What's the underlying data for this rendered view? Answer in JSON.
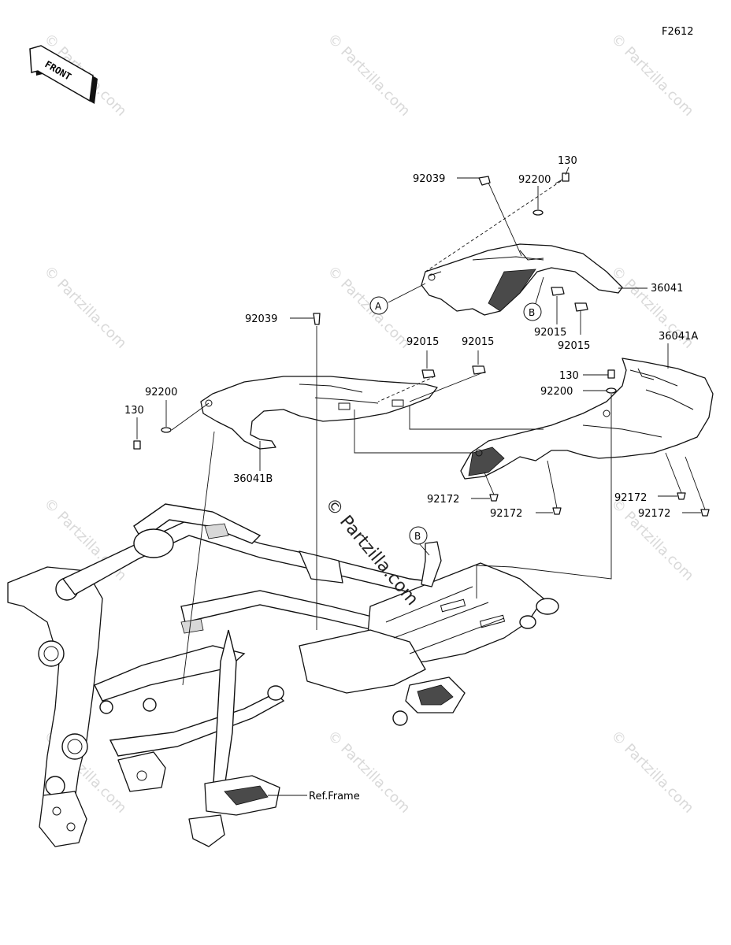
{
  "figure_code": "F2612",
  "front_label": "FRONT",
  "watermark_main": "© Partzilla.com",
  "watermark_tile": "© Partzilla.com",
  "reference_label": "Ref.Frame",
  "callouts": {
    "a": "A",
    "b": "B"
  },
  "part_numbers": {
    "p36041": "36041",
    "p36041A": "36041A",
    "p36041B": "36041B",
    "p92039": "92039",
    "p92200": "92200",
    "p130": "130",
    "p92015": "92015",
    "p92172": "92172"
  }
}
